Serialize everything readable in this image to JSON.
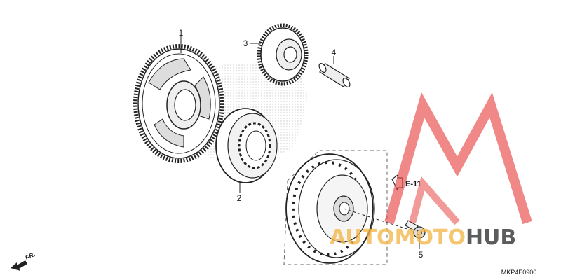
{
  "parts": [
    {
      "number": "1"
    },
    {
      "number": "2"
    },
    {
      "number": "3"
    },
    {
      "number": "4"
    },
    {
      "number": "5"
    }
  ],
  "reference_tag": "E-11",
  "diagram_code": "MKP4E0900",
  "direction_label": "FR.",
  "watermark": {
    "brand_primary": "AUTOMOTO",
    "brand_secondary": "HUB",
    "primary_color": "#f2b84b",
    "secondary_color": "#333333",
    "logo_color": "#e53935"
  }
}
